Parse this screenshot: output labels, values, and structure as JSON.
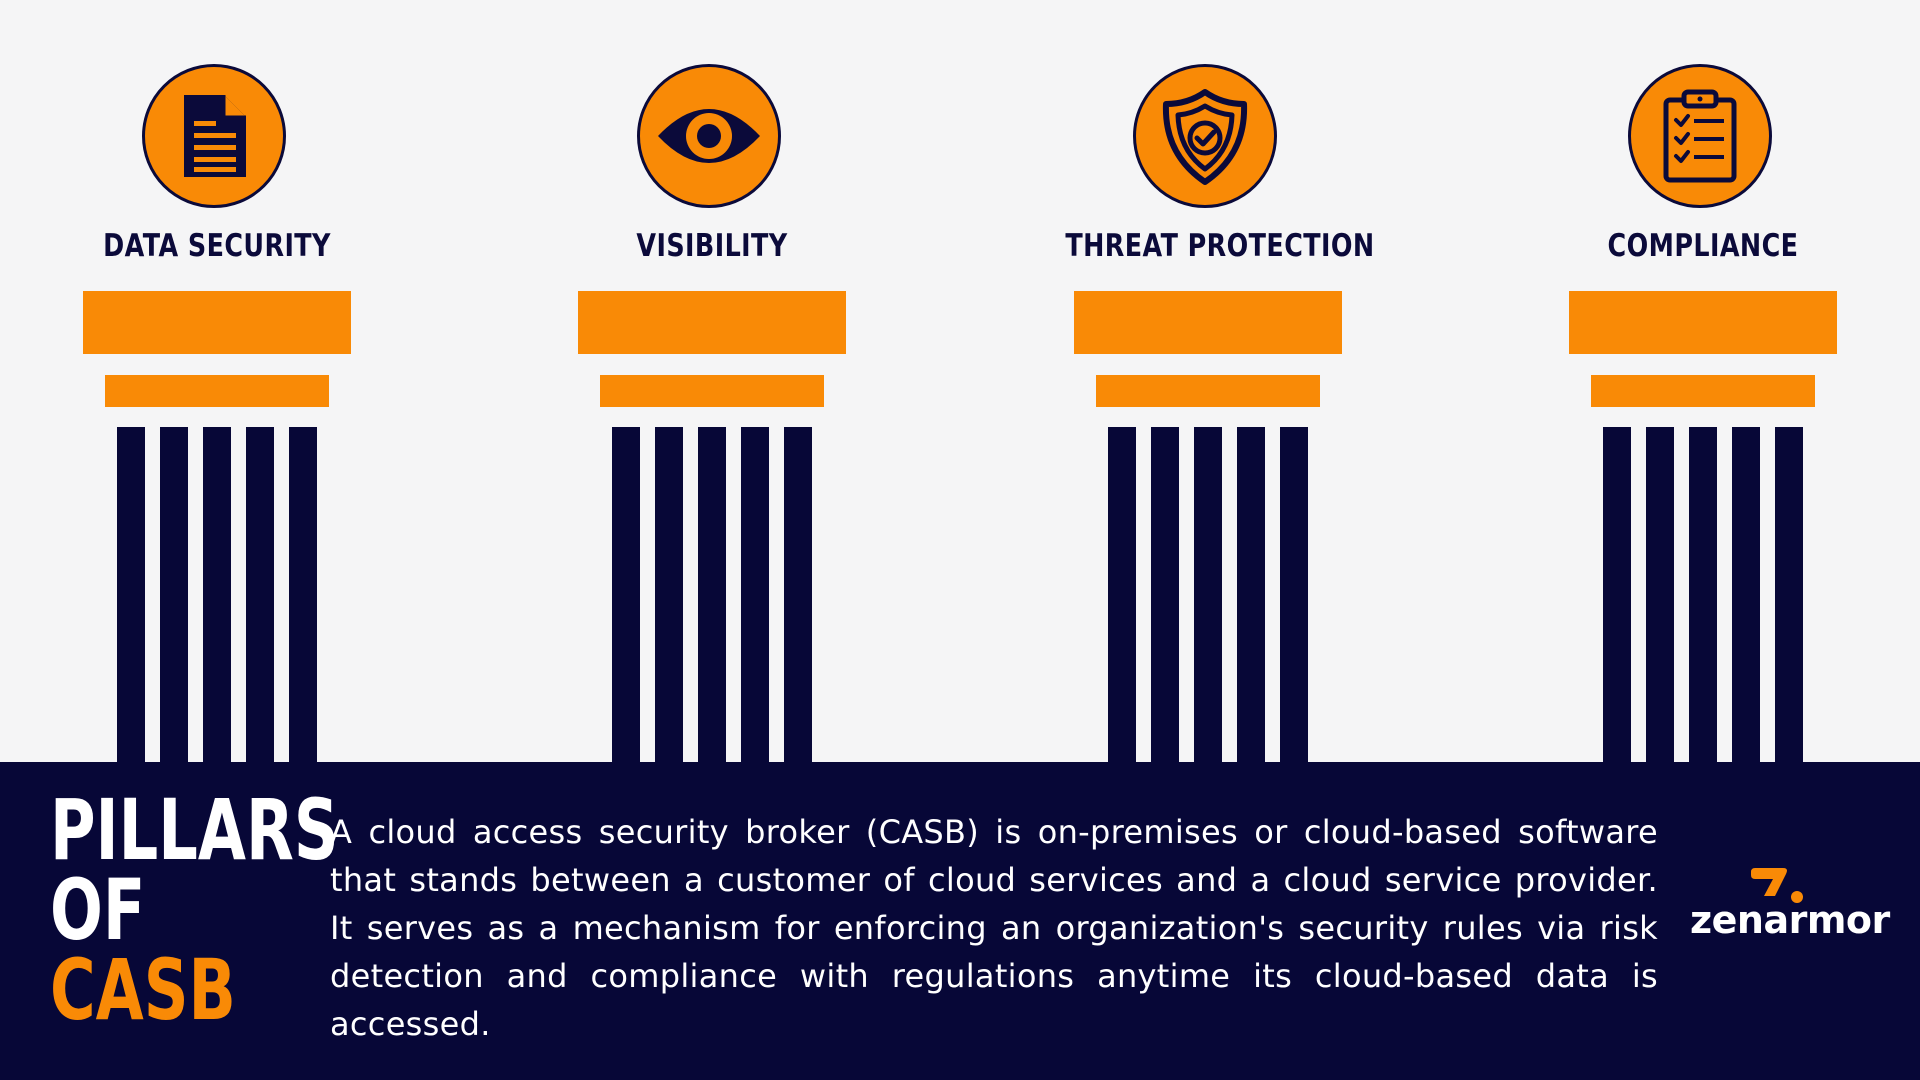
{
  "pillars": [
    {
      "label": "DATA SECURITY",
      "icon": "document-icon"
    },
    {
      "label": "VISIBILITY",
      "icon": "eye-icon"
    },
    {
      "label": "THREAT PROTECTION",
      "icon": "shield-check-icon"
    },
    {
      "label": "COMPLIANCE",
      "icon": "clipboard-checklist-icon"
    }
  ],
  "title": {
    "line1": "PILLARS",
    "line2": "OF",
    "line3": "CASB"
  },
  "description": "A cloud access security broker (CASB) is on-premises or cloud-based software that stands between a customer of cloud services and a cloud service provider. It serves as a mechanism for enforcing an organization's security rules via risk detection and compliance with regulations anytime its cloud-based data is accessed.",
  "logo": {
    "text": "zenarmor"
  },
  "colors": {
    "accent": "#f98a06",
    "navy": "#070737",
    "background": "#f5f5f6"
  }
}
